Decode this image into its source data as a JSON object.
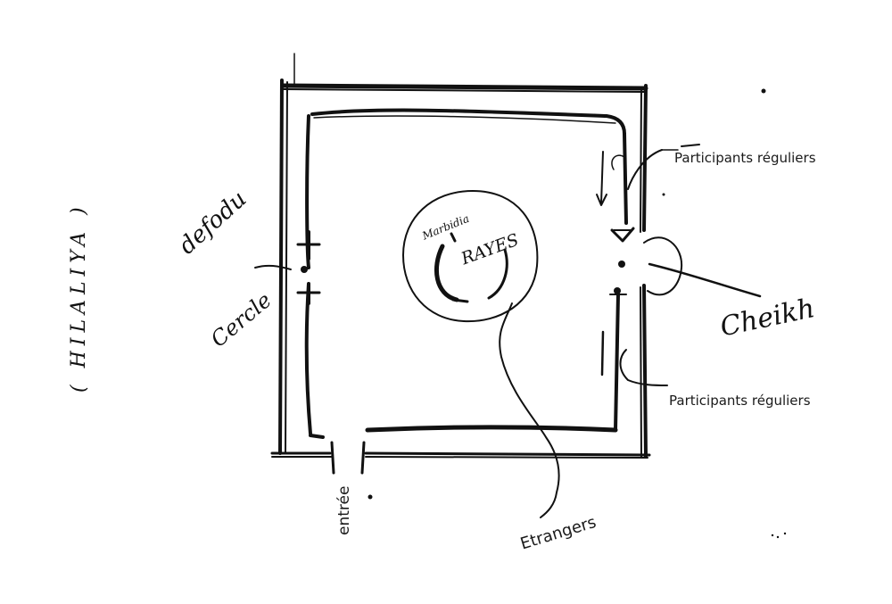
{
  "labels": {
    "hilaliya": "( HILALIYA )",
    "defodu": "defodu",
    "cercle": "Cercle",
    "participants_top": "Participants réguliers",
    "participants_bottom": "Participants réguliers",
    "cheikh": "Cheikh",
    "entree": "entrée",
    "etrangers": "Etrangers",
    "center_small": "Marbidia",
    "center_big": "RAYES"
  },
  "colors": {
    "ink": "#111111",
    "background": "#ffffff"
  }
}
